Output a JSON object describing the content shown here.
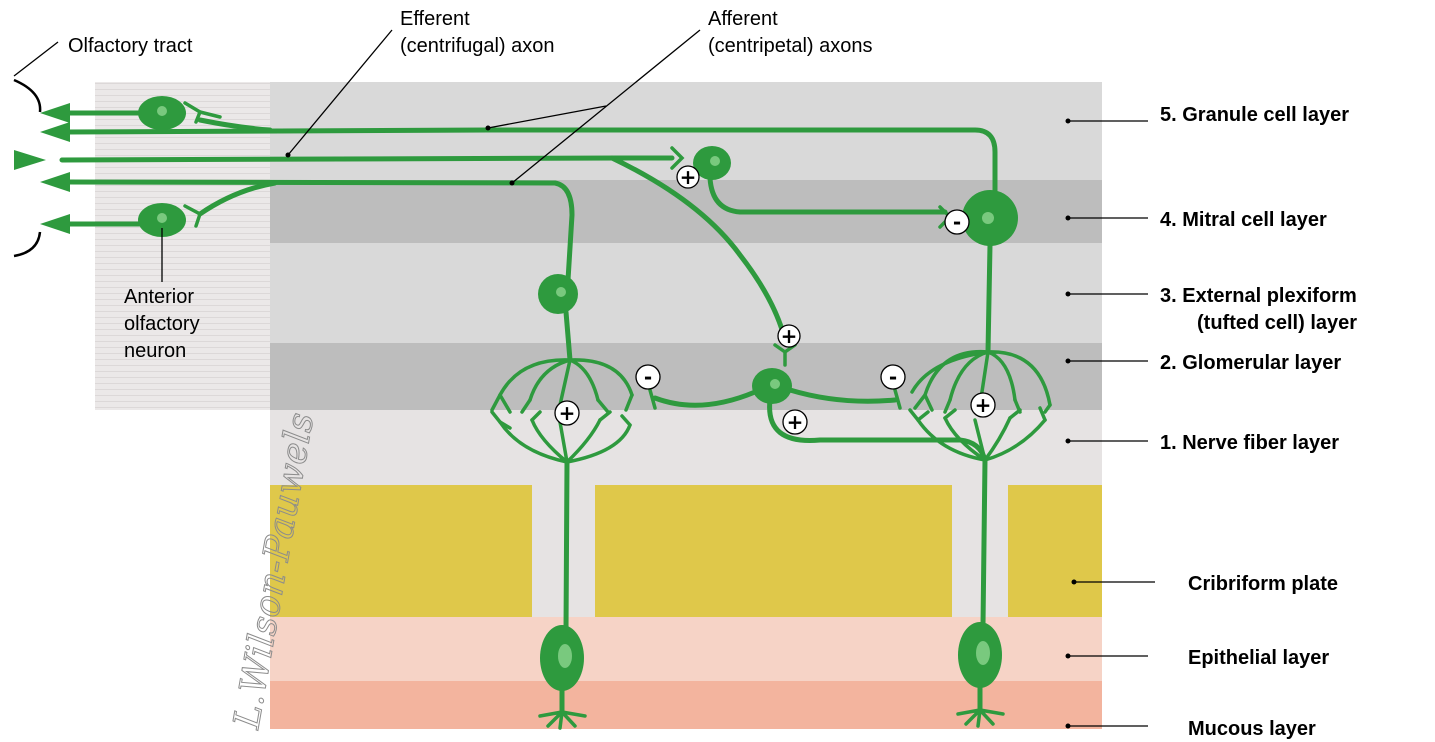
{
  "labels": {
    "olfactory_tract": "Olfactory tract",
    "efferent_line1": "Efferent",
    "efferent_line2": "(centrifugal) axon",
    "afferent_line1": "Afferent",
    "afferent_line2": "(centripetal) axons",
    "anterior_line1": "Anterior",
    "anterior_line2": "olfactory",
    "anterior_line3": "neuron"
  },
  "layers": {
    "granule": "5.  Granule cell layer",
    "mitral": "4.  Mitral cell layer",
    "external_line1": "3.  External plexiform",
    "external_line2": "(tufted cell) layer",
    "glomerular": "2.  Glomerular layer",
    "nerve_fiber": "1.  Nerve fiber layer",
    "cribriform": "Cribriform plate",
    "epithelial": "Epithelial layer",
    "mucous": "Mucous layer"
  },
  "signs": {
    "plus": "+",
    "minus": "-"
  },
  "signature": "L.Wilson-Pauwels",
  "colors": {
    "neuron_green": "#2e9a3e",
    "nucleus_light_green": "#79c97e",
    "light_gray_layer": "#d9d9d9",
    "dark_gray_layer": "#bdbdbd",
    "nerve_fiber_layer": "#e6e3e3",
    "cribriform_plate": "#dfc84a",
    "epithelial_layer": "#f6d3c6",
    "mucous_layer": "#f3b49e"
  }
}
